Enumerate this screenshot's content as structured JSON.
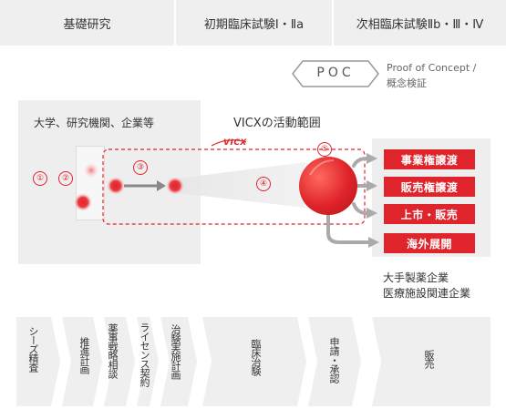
{
  "phases": [
    "基礎研究",
    "初期臨床試験Ⅰ・Ⅱa",
    "次相臨床試験Ⅱb・Ⅲ・Ⅳ"
  ],
  "poc": {
    "label": "POC",
    "title": "Proof of Concept /",
    "subtitle": "概念検証"
  },
  "university_label": "大学、研究機関、企業等",
  "vicx_scope_label": "VICXの活動範囲",
  "logo_text": "VICX",
  "numbers": [
    "①",
    "②",
    "③",
    "④",
    "⑤"
  ],
  "outcomes": [
    "事業権譲渡",
    "販売権譲渡",
    "上市・販売",
    "海外展開"
  ],
  "partner_line1": "大手製薬企業",
  "partner_line2": "医療施設関連企業",
  "steps": [
    "シーズ精査",
    "推進計画",
    "薬事戦略相談",
    "ライセンス契約",
    "治験実施計画",
    "臨床治験",
    "申請・承認",
    "販売"
  ],
  "colors": {
    "accent": "#e0242b",
    "panel": "#efefef"
  }
}
